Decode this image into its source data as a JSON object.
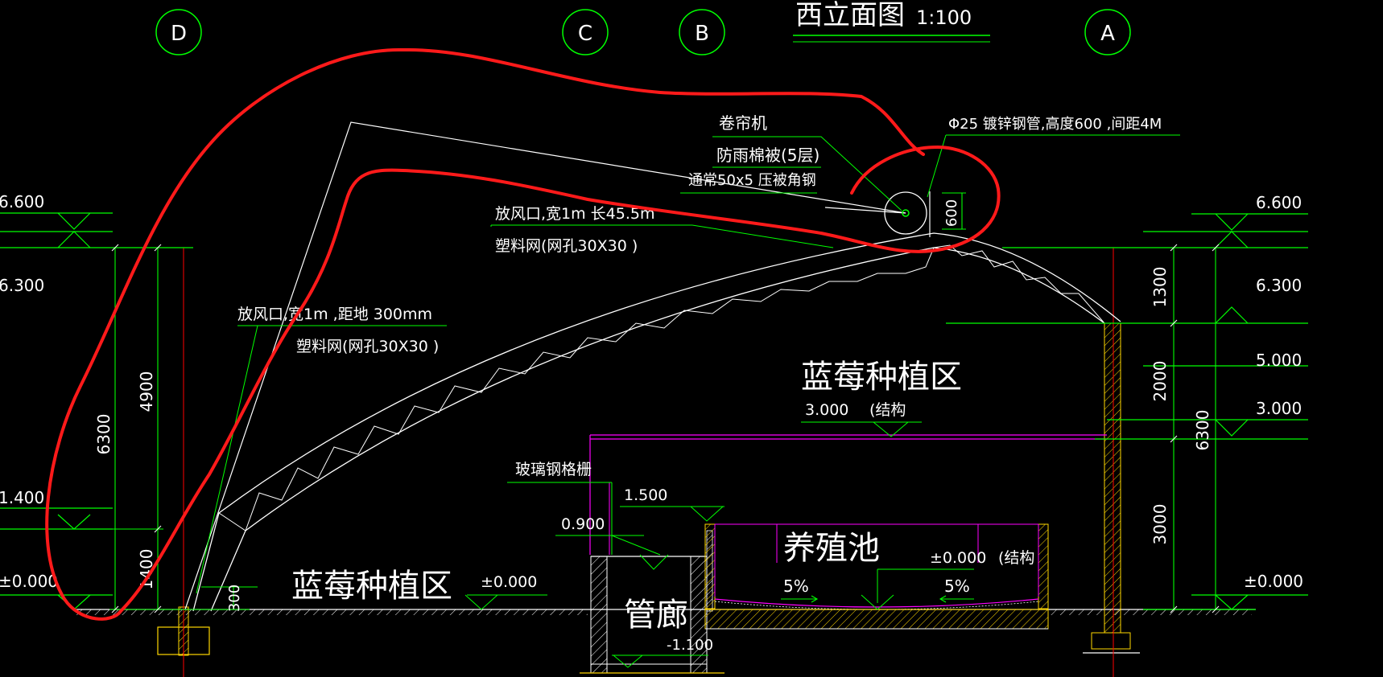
{
  "drawing": {
    "title": "西立面图",
    "scale": "1:100",
    "grid_axes": [
      "D",
      "C",
      "B",
      "A"
    ],
    "left_elevations": [
      "6.600",
      "6.300",
      "1.400",
      "±0.000"
    ],
    "right_elevations": [
      "6.600",
      "6.300",
      "5.000",
      "3.000",
      "±0.000"
    ],
    "dimensions": {
      "left_total": "6300",
      "left_upper": "4900",
      "left_lower": "1400",
      "left_vent_height": "300",
      "right_total": "6300",
      "right_top": "1300",
      "right_middle": "2000",
      "right_bottom": "3000",
      "roller_height": "600"
    },
    "annotations": {
      "roller_machine": "卷帘机",
      "quilt": "防雨棉被(5层)",
      "angle_steel": "通常50x5 压被角钢",
      "pipe": "Φ25 镀锌钢管,高度600 ,间距4M",
      "top_vent": "放风口,宽1m 长45.5m",
      "top_net": "塑料网(网孔30X30 )",
      "side_vent": "放风口,宽1m ,距地 300mm",
      "side_net": "塑料网(网孔30X30 )",
      "upper_zone": "蓝莓种植区",
      "upper_zone_level": "3.000",
      "upper_zone_note": "(结构",
      "grating": "玻璃钢格栅",
      "level_1500": "1.500",
      "level_0900": "0.900",
      "lower_zone": "蓝莓种植区",
      "lower_zone_level": "±0.000",
      "pool": "养殖池",
      "pool_level": "±0.000",
      "pool_note": "(结构",
      "slope_left": "5%",
      "slope_right": "5%",
      "corridor": "管廊",
      "corridor_level": "-1.100"
    }
  },
  "colors": {
    "background": "#000000",
    "line_white": "#ffffff",
    "line_green": "#00ff00",
    "line_red": "#ff0000",
    "line_magenta": "#ff00ff",
    "line_yellow": "#ffd700",
    "markup_red": "#ff1a1a"
  }
}
